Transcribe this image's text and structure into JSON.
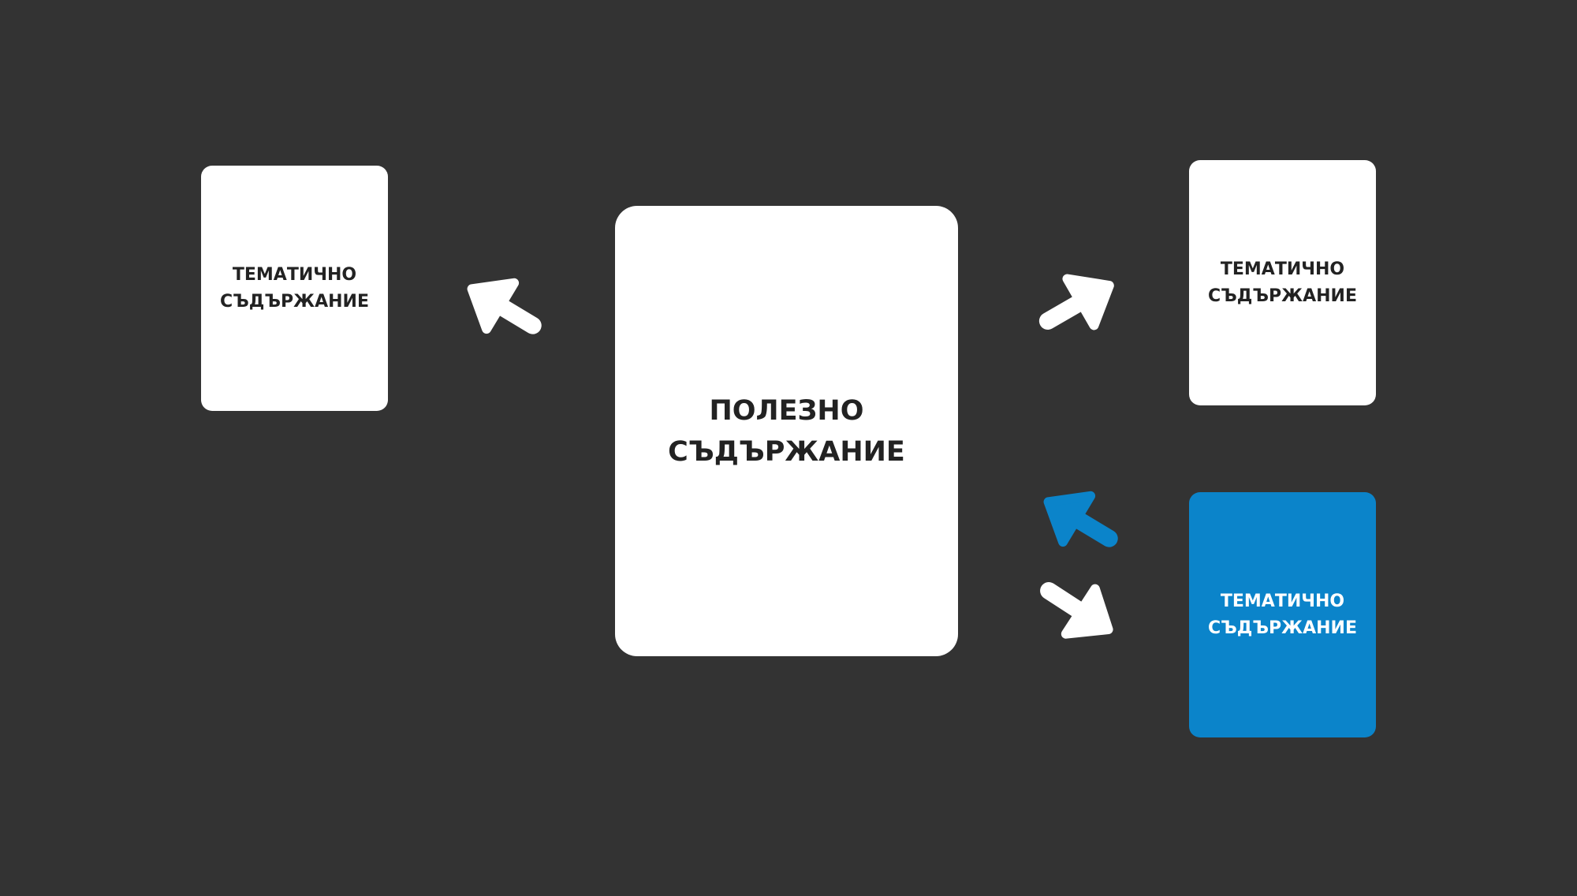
{
  "colors": {
    "background": "#333333",
    "card": "#ffffff",
    "card_text": "#222222",
    "accent": "#0b84ca",
    "accent_text": "#ffffff",
    "arrow_default": "#ffffff",
    "arrow_accent": "#0b84ca"
  },
  "diagram": {
    "main_card": {
      "label": "ПОЛЕЗНО\nСЪДЪРЖАНИЕ"
    },
    "left_card": {
      "label": "ТЕМАТИЧНО\nСЪДЪРЖАНИЕ"
    },
    "right_top_card": {
      "label": "ТЕМАТИЧНО\nСЪДЪРЖАНИЕ"
    },
    "right_bottom_card": {
      "label": "ТЕМАТИЧНО\nСЪДЪРЖАНИЕ",
      "highlighted": true
    }
  },
  "arrows": [
    {
      "id": "main-to-left",
      "from": "main_card",
      "to": "left_card",
      "highlighted": false
    },
    {
      "id": "main-to-right-top",
      "from": "main_card",
      "to": "right_top_card",
      "highlighted": false
    },
    {
      "id": "right-bottom-to-main",
      "from": "right_bottom_card",
      "to": "main_card",
      "highlighted": true
    },
    {
      "id": "main-to-right-bottom",
      "from": "main_card",
      "to": "right_bottom_card",
      "highlighted": false
    }
  ]
}
